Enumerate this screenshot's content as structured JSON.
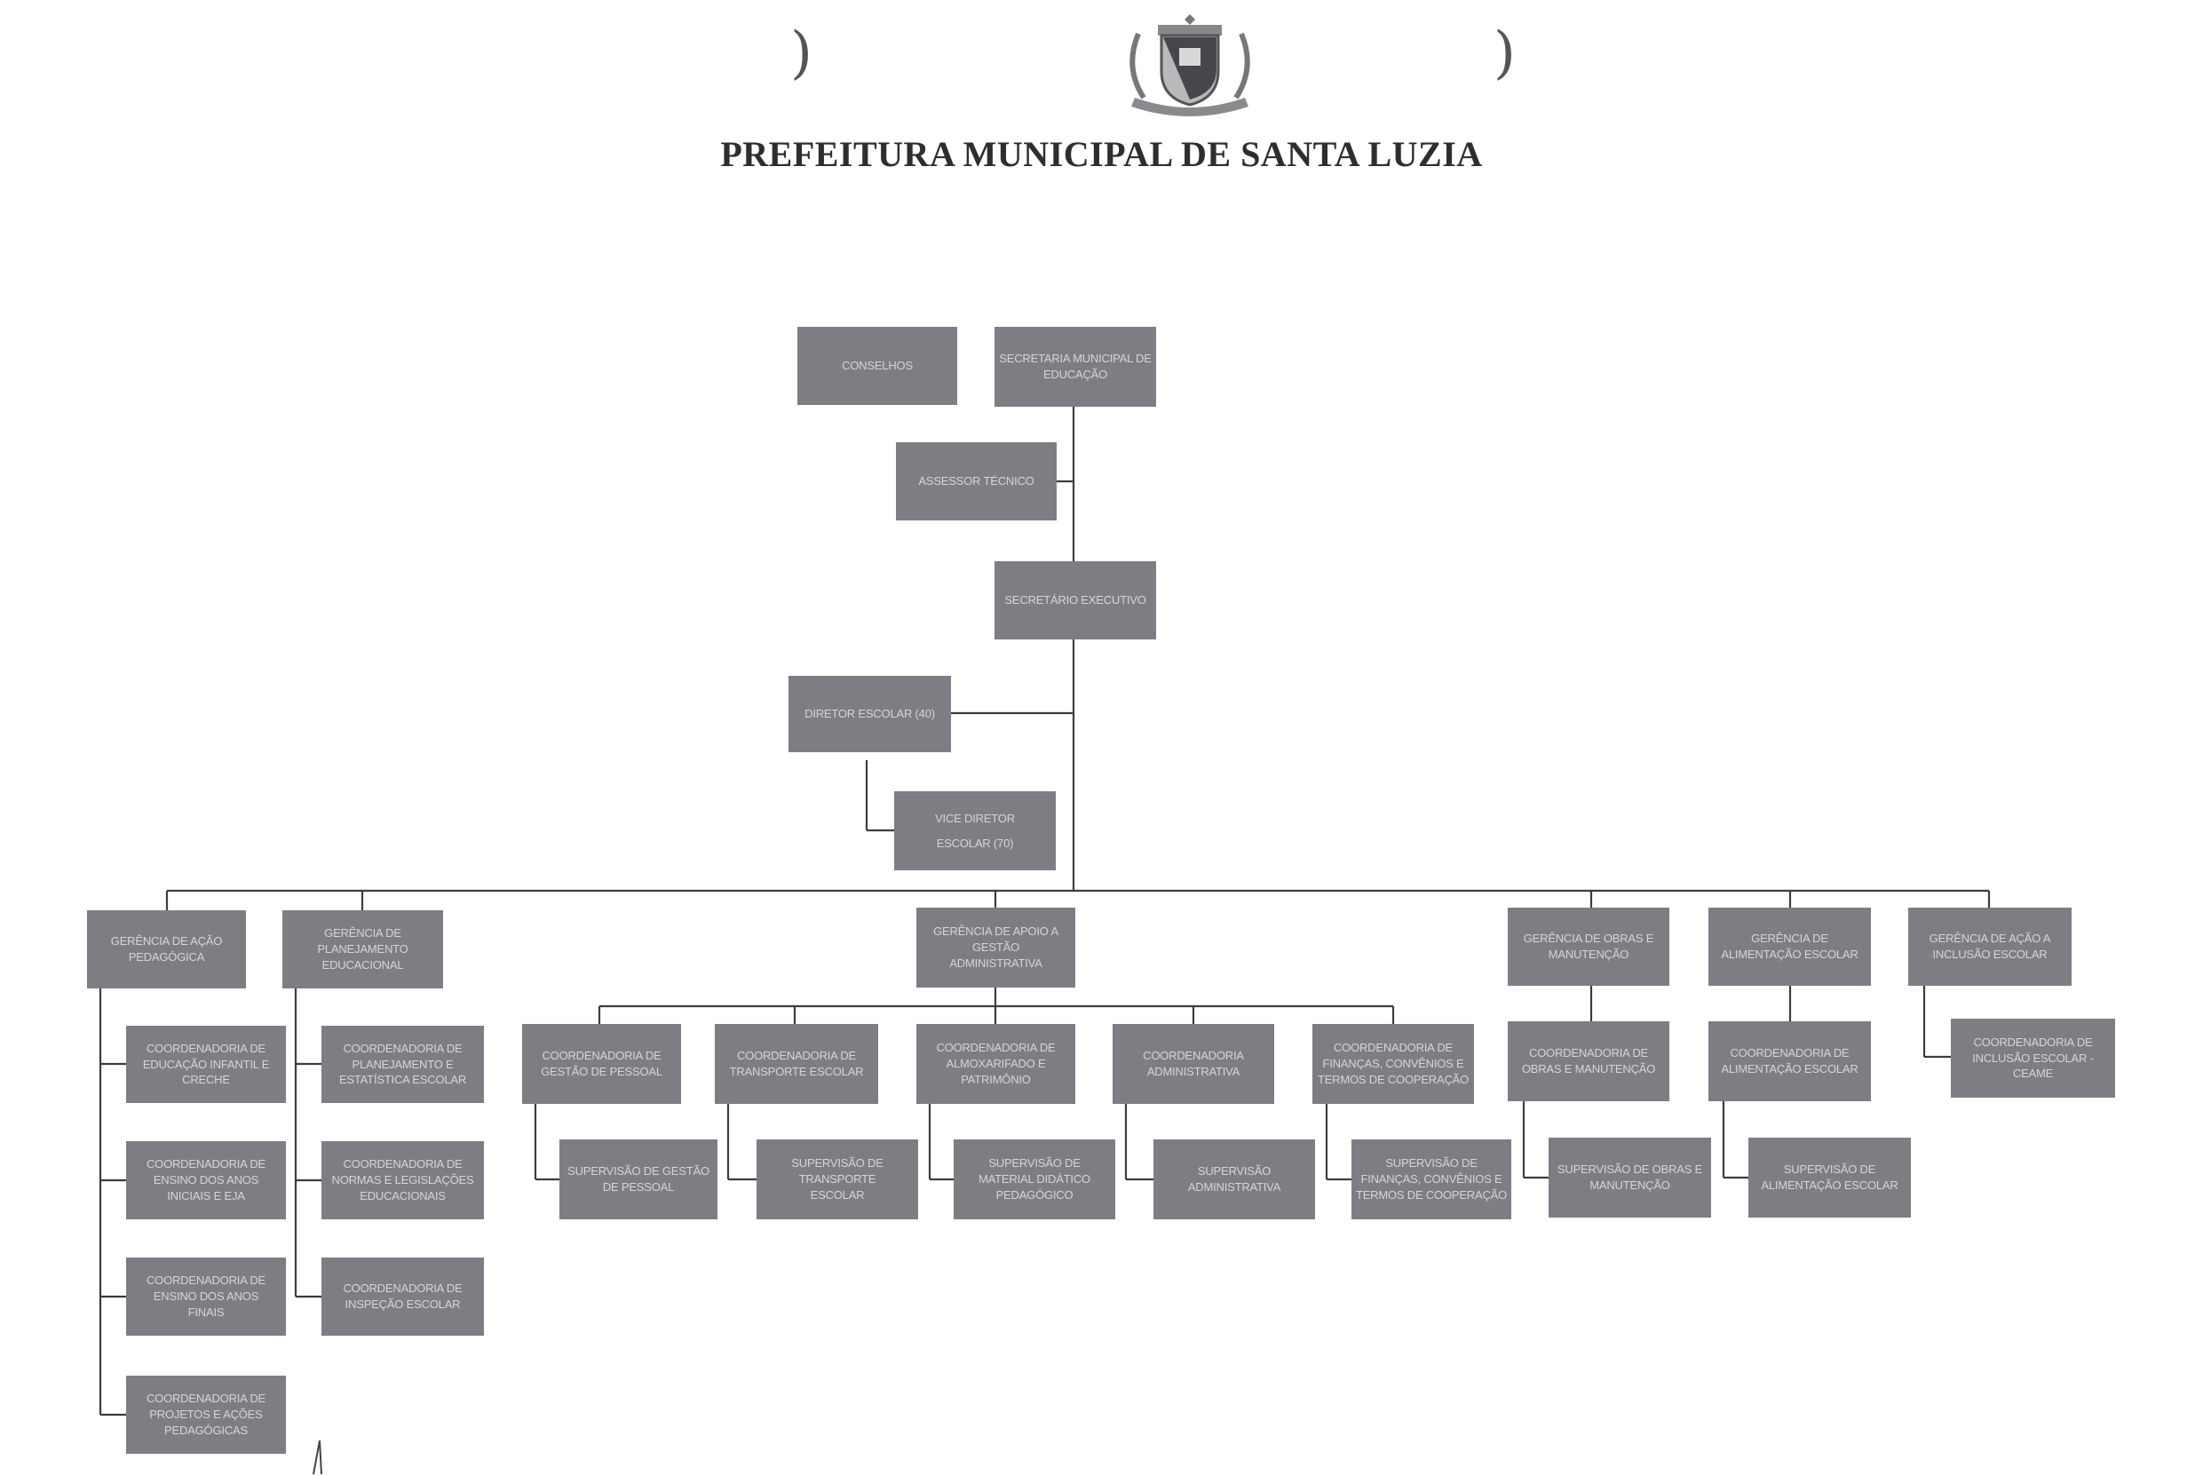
{
  "header": {
    "title": "PREFEITURA MUNICIPAL DE SANTA LUZIA"
  },
  "nodes": {
    "conselhos": "CONSELHOS",
    "secretaria": "SECRETARIA MUNICIPAL DE EDUCAÇÃO",
    "assessor": "ASSESSOR TÉCNICO",
    "secretario_exec": "SECRETÁRIO EXECUTIVO",
    "diretor": "DIRETOR ESCOLAR (40)",
    "vice_diretor": "VICE DIRETOR ESCOLAR (70)",
    "ger_acao_pedagogica": "GERÊNCIA DE AÇÃO PEDAGÓGICA",
    "ger_planejamento": "GERÊNCIA DE PLANEJAMENTO EDUCACIONAL",
    "ger_apoio_gestao": "GERÊNCIA DE APOIO A GESTÃO ADMINISTRATIVA",
    "ger_obras": "GERÊNCIA DE OBRAS E MANUTENÇÃO",
    "ger_alimentacao": "GERÊNCIA DE ALIMENTAÇÃO ESCOLAR",
    "ger_inclusao": "GERÊNCIA DE AÇÃO A INCLUSÃO ESCOLAR",
    "coord_infantil": "COORDENADORIA DE EDUCAÇÃO INFANTIL E CRECHE",
    "coord_anos_iniciais": "COORDENADORIA DE ENSINO DOS ANOS INICIAIS E EJA",
    "coord_anos_finais": "COORDENADORIA DE ENSINO DOS ANOS FINAIS",
    "coord_projetos": "COORDENADORIA DE PROJETOS E AÇÕES PEDAGÓGICAS",
    "coord_planejamento": "COORDENADORIA DE PLANEJAMENTO E ESTATÍSTICA ESCOLAR",
    "coord_normas": "COORDENADORIA DE NORMAS E LEGISLAÇÕES EDUCACIONAIS",
    "coord_inspecao": "COORDENADORIA DE INSPEÇÃO ESCOLAR",
    "coord_gestao_pessoal": "COORDENADORIA DE GESTÃO DE PESSOAL",
    "coord_transporte": "COORDENADORIA DE TRANSPORTE ESCOLAR",
    "coord_almoxarifado": "COORDENADORIA DE ALMOXARIFADO E PATRIMÔNIO",
    "coord_administrativa": "COORDENADORIA ADMINISTRATIVA",
    "coord_financas": "COORDENADORIA DE FINANÇAS, CONVÊNIOS E TERMOS DE COOPERAÇÃO",
    "coord_obras": "COORDENADORIA DE OBRAS E MANUTENÇÃO",
    "coord_alimentacao": "COORDENADORIA DE ALIMENTAÇÃO ESCOLAR",
    "coord_inclusao": "COORDENADORIA DE INCLUSÃO ESCOLAR - CEAME",
    "sup_gestao_pessoal": "SUPERVISÃO DE GESTÃO DE PESSOAL",
    "sup_transporte": "SUPERVISÃO DE TRANSPORTE ESCOLAR",
    "sup_material": "SUPERVISÃO DE MATERIAL DIDÁTICO PEDAGÓGICO",
    "sup_administrativa": "SUPERVISÃO ADMINISTRATIVA",
    "sup_financas": "SUPERVISÃO DE FINANÇAS, CONVÊNIOS E TERMOS DE COOPERAÇÃO",
    "sup_obras": "SUPERVISÃO DE OBRAS E MANUTENÇÃO",
    "sup_alimentacao": "SUPERVISÃO DE ALIMENTAÇÃO ESCOLAR"
  },
  "colors": {
    "box_fill": "#7e7d83",
    "box_text": "#d6d5da",
    "connector": "#3d3d3d"
  }
}
